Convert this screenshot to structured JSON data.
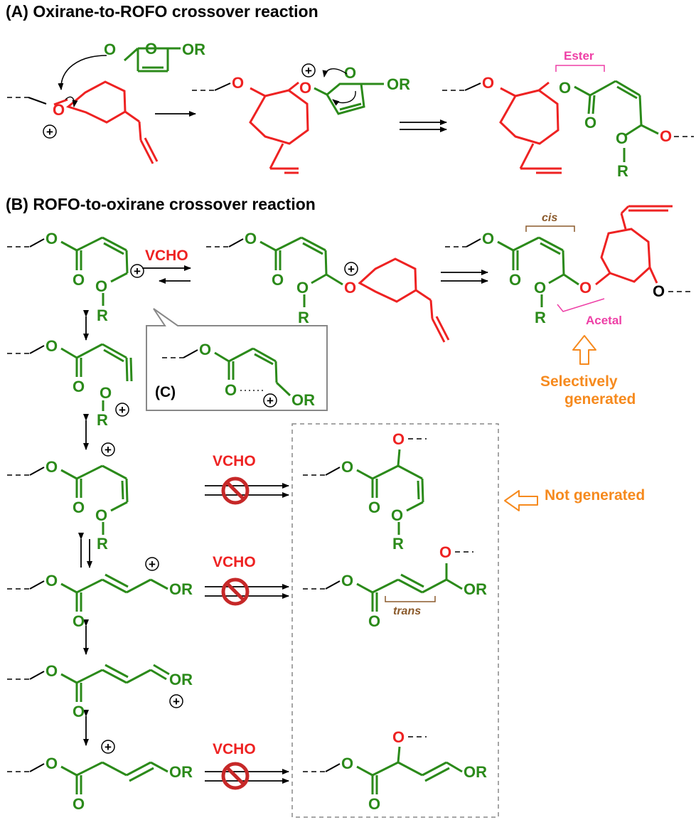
{
  "colors": {
    "green": "#2b8a1a",
    "red": "#ee2222",
    "black": "#000000",
    "gray": "#888888",
    "pink": "#ee3fa6",
    "brown": "#8b5a2b",
    "orange": "#f68a1e"
  },
  "panel_a": {
    "title": "(A) Oxirane-to-ROFO crossover reaction",
    "O": "O",
    "OR": "OR",
    "R": "R",
    "ester_label": "Ester",
    "plus": "+"
  },
  "panel_b": {
    "title": "(B) ROFO-to-oxirane crossover reaction",
    "reagent": "VCHO",
    "O": "O",
    "OR": "OR",
    "R": "R",
    "cis_label": "cis",
    "trans_label": "trans",
    "acetal_label": "Acetal",
    "selective_line1": "Selectively",
    "selective_line2": "generated",
    "not_generated": "Not generated",
    "plus": "+"
  },
  "panel_c": {
    "label": "(C)",
    "O": "O",
    "OR": "OR",
    "plus": "+"
  }
}
